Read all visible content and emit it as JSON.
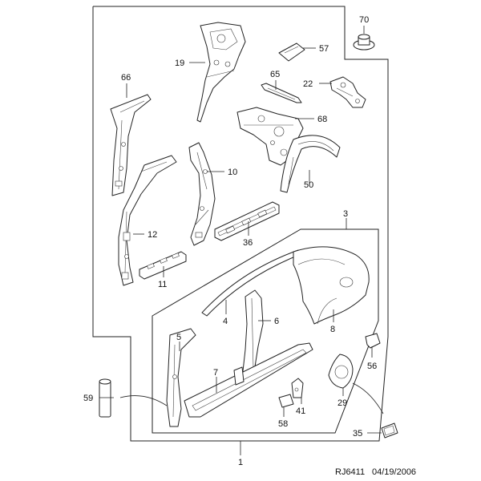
{
  "diagram": {
    "callouts": [
      "70",
      "57",
      "19",
      "66",
      "65",
      "22",
      "68",
      "10",
      "50",
      "12",
      "36",
      "11",
      "3",
      "4",
      "6",
      "8",
      "5",
      "7",
      "56",
      "59",
      "41",
      "29",
      "58",
      "35",
      "1"
    ],
    "footer": {
      "code": "RJ6411",
      "date": "04/19/2006"
    }
  }
}
